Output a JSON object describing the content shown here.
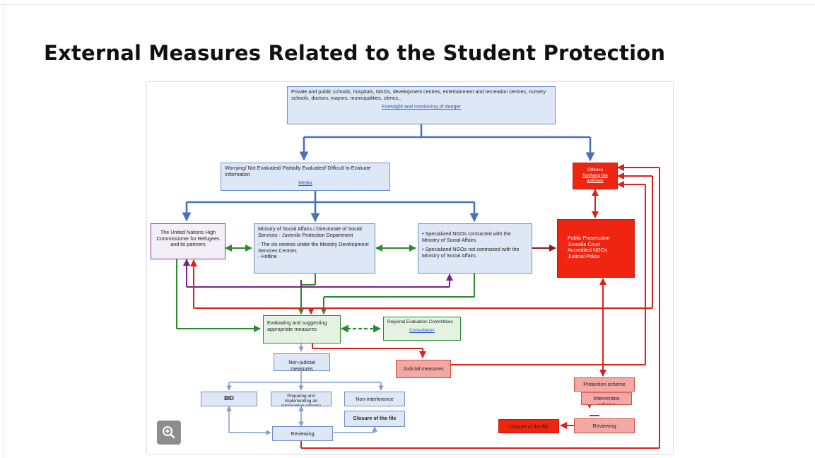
{
  "slide": {
    "title": "External Measures Related to the Student Protection"
  },
  "diagram": {
    "top_box": {
      "text": "Private and public schools, hospitals, NGOs, development centres, entertainment and recreation centres, nursery schools, doctors, mayors, municipalities, clerics...",
      "link": "Foresight and monitoring of danger"
    },
    "worry_box": {
      "text": "Worrying/ Not Evaluated/ Partially Evaluated/ Difficult to Evaluate Information",
      "link": "Media"
    },
    "offense_box": {
      "line1": "Offense",
      "link1": "Notifying the",
      "link2": "judiciary"
    },
    "unhcr_box": {
      "text": "The United Nations High Commissioner for Refugees and its partners"
    },
    "ministry_box": {
      "text": "Ministry of Social Affairs / Directorate of Social Services - Juvenile Protection Department",
      "bullet1": "- The six centres under the Ministry Development Services Centres",
      "bullet2": "- Hotline"
    },
    "ngo_box": {
      "item1": "• Specialized NGOs contracted with the Ministry of Social Affairs",
      "item2": "• Specialized NGOs not contracted with the Ministry of Social Affairs"
    },
    "prosecution_box": {
      "lines": [
        "Public Prosecution",
        "Juvenile Court",
        "Accredited NGOs",
        "Judicial Police"
      ]
    },
    "evaluating_box": {
      "text": "Evaluating and suggesting appropriate measures"
    },
    "regional_box": {
      "text": "Regional Evaluation Committees",
      "link": "Consultation"
    },
    "nonjudicial_box": {
      "text": "Non-judicial measures"
    },
    "judicial_box": {
      "text": "Judicial measures"
    },
    "bid_box": {
      "text": "BID"
    },
    "preparing_box": {
      "text": "Preparing and implementing an intervention scheme"
    },
    "noninterference_box": {
      "text": "Non-interference"
    },
    "closure_box": {
      "text": "Closure of the file"
    },
    "reviewing_box": {
      "text": "Reviewing"
    },
    "protection_box": {
      "text": "Protection scheme"
    },
    "intervention_box": {
      "text": "Intervention scheme"
    },
    "reviewing_red_box": {
      "text": "Reviewing"
    },
    "closure_red_box": {
      "text": "Closure of the file"
    }
  },
  "zoom_button": {
    "icon": "zoom-in-icon"
  },
  "colors": {
    "blue": "#4a72b8",
    "green": "#2c8a2c",
    "purple": "#7a1f8c",
    "red": "#d8231b"
  }
}
